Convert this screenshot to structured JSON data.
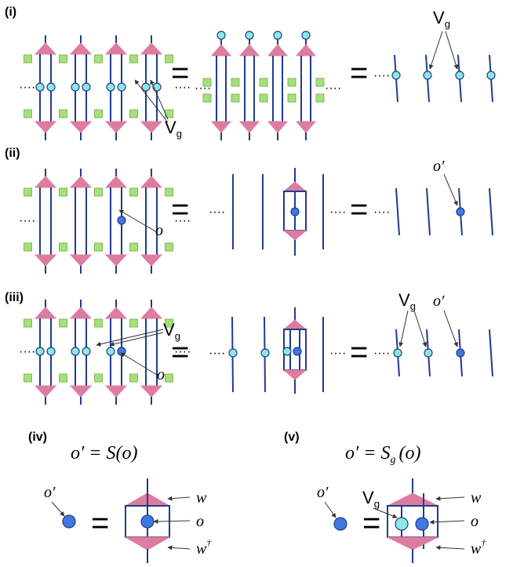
{
  "colors": {
    "line": "#1f3c8f",
    "pink": "#de7ca0",
    "green": "#a6e07a",
    "cyan": "#8fe8e0",
    "blue": "#3f78e0"
  },
  "panels": {
    "i": {
      "label": "(i)",
      "vg_top": "V",
      "vg_top_sub": "g",
      "vg_bottom": "V",
      "vg_bottom_sub": "g"
    },
    "ii": {
      "label": "(ii)",
      "o": "o",
      "o_prime": "o′"
    },
    "iii": {
      "label": "(iii)",
      "vg_left": "V",
      "vg_left_sub": "g",
      "o": "o",
      "vg_right": "V",
      "vg_right_sub": "g",
      "o_prime": "o′"
    },
    "iv": {
      "label": "(iv)",
      "equation": "o′ = S(o)",
      "o_prime": "o′",
      "w": "w",
      "o": "o",
      "w_dagger": "w",
      "dagger": "†"
    },
    "v": {
      "label": "(v)",
      "equation": "o′ = S",
      "equation_sub": "g",
      "equation_tail": "(o)",
      "o_prime": "o′",
      "vg": "V",
      "vg_sub": "g",
      "w": "w",
      "o": "o",
      "w_dagger": "w",
      "dagger": "†"
    }
  },
  "symbols": {
    "equals": "=",
    "ellipsis": "····"
  }
}
